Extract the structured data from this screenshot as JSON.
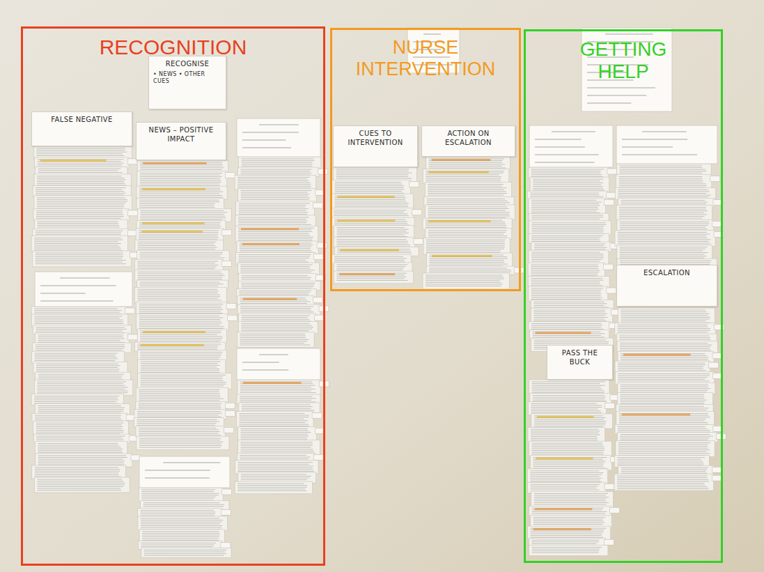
{
  "diagram": {
    "nodes": [
      {
        "text": [
          "RECOGNITION"
        ]
      },
      {
        "text": [
          "RECOGNISE",
          "• NEWS • OTHER CUES"
        ],
        "in": 0
      },
      {
        "text": [
          "FALSE NEGATIVE"
        ],
        "in": 0
      },
      {
        "text": [
          "NEWS – POSITIVE IMPACT"
        ],
        "in": 0
      },
      {
        "text": [
          "NURSE INTERVENTION"
        ]
      },
      {
        "text": [
          "CUES TO INTERVENTION"
        ],
        "in": 4
      },
      {
        "text": [
          "ACTION ON ESCALATION"
        ],
        "in": 4
      },
      {
        "text": [
          "GETTING HELP"
        ]
      },
      {
        "text": [
          "ESCALATION"
        ],
        "in": 7
      },
      {
        "text": [
          "PASS THE BUCK"
        ],
        "in": 7
      }
    ]
  }
}
